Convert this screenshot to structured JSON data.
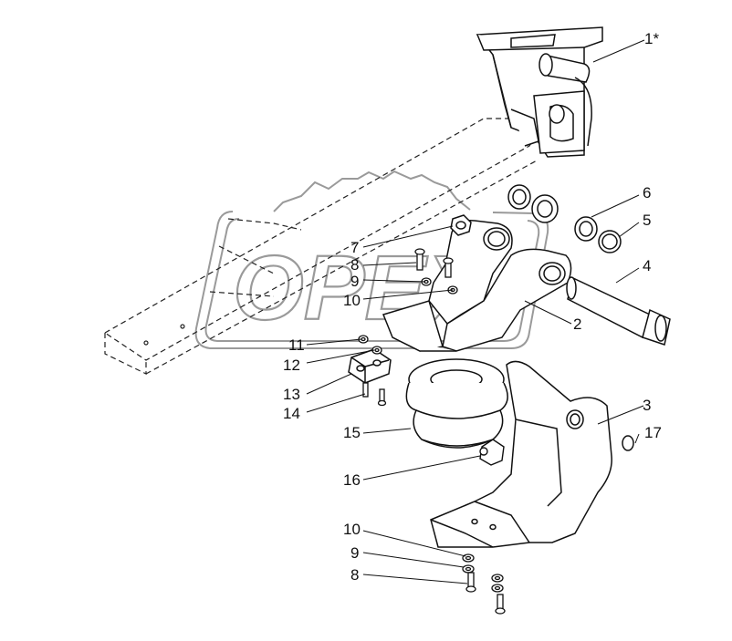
{
  "watermark": {
    "text": "OPEX"
  },
  "callouts": {
    "c1": "1*",
    "c2": "2",
    "c3": "3",
    "c4": "4",
    "c5": "5",
    "c6": "6",
    "c7": "7",
    "c8a": "8",
    "c9a": "9",
    "c10a": "10",
    "c11": "11",
    "c12": "12",
    "c13": "13",
    "c14": "14",
    "c15": "15",
    "c16": "16",
    "c17": "17",
    "c10b": "10",
    "c9b": "9",
    "c8b": "8"
  }
}
